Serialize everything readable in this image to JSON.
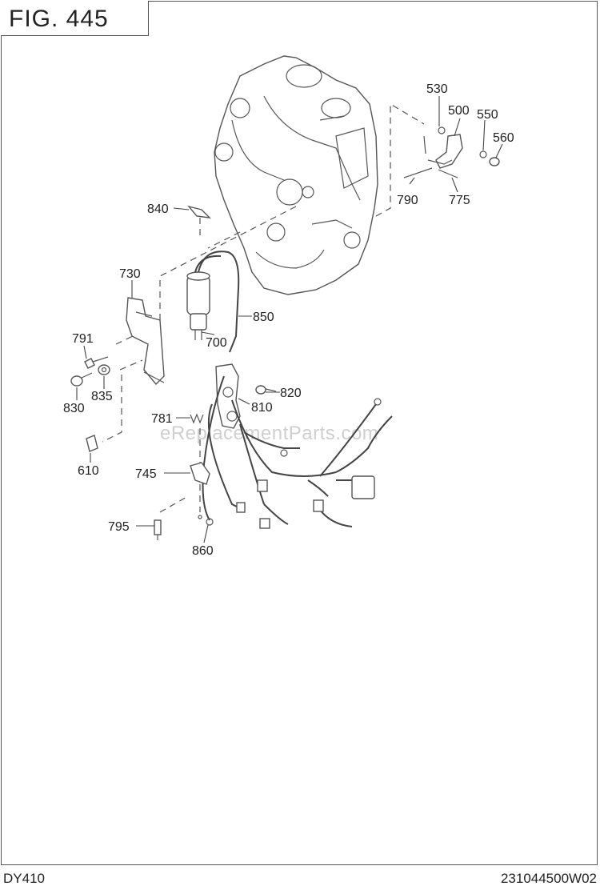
{
  "figure": {
    "title": "FIG. 445"
  },
  "footer": {
    "model": "DY410",
    "document_number": "231044500W02"
  },
  "watermark": "eReplacementParts.com",
  "callouts": [
    {
      "id": "530",
      "label": "530"
    },
    {
      "id": "500",
      "label": "500"
    },
    {
      "id": "550",
      "label": "550"
    },
    {
      "id": "560",
      "label": "560"
    },
    {
      "id": "790",
      "label": "790"
    },
    {
      "id": "775",
      "label": "775"
    },
    {
      "id": "840",
      "label": "840"
    },
    {
      "id": "730",
      "label": "730"
    },
    {
      "id": "850",
      "label": "850"
    },
    {
      "id": "700",
      "label": "700"
    },
    {
      "id": "791",
      "label": "791"
    },
    {
      "id": "835",
      "label": "835"
    },
    {
      "id": "830",
      "label": "830"
    },
    {
      "id": "820",
      "label": "820"
    },
    {
      "id": "810",
      "label": "810"
    },
    {
      "id": "781",
      "label": "781"
    },
    {
      "id": "610",
      "label": "610"
    },
    {
      "id": "745",
      "label": "745"
    },
    {
      "id": "795",
      "label": "795"
    },
    {
      "id": "860",
      "label": "860"
    }
  ]
}
